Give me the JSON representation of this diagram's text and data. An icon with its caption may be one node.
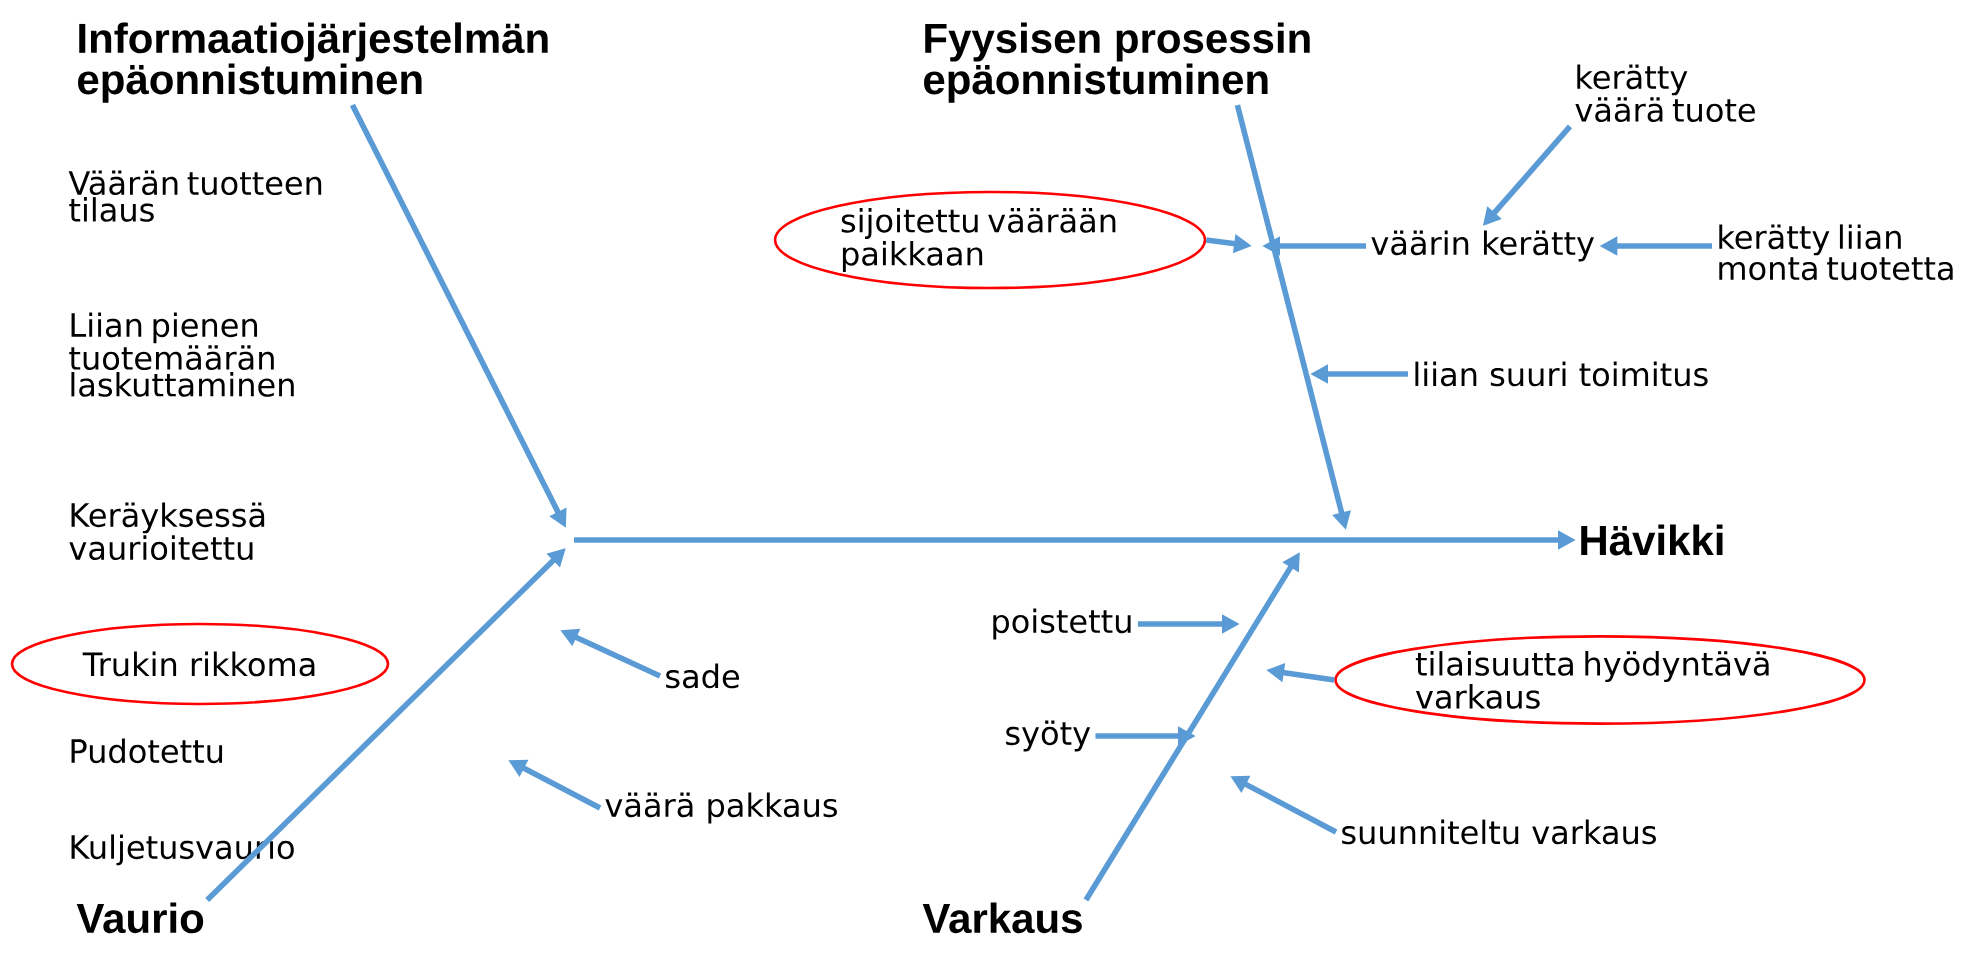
{
  "diagram": {
    "nodes": [
      {
        "text": [
          "Informaatiojärjestelmän epäonnistuminen"
        ]
      },
      {
        "text": [
          "Fyysisen prosessin epäonnistuminen"
        ]
      },
      {
        "text": [
          "kerätty väärä tuote"
        ]
      },
      {
        "text": [
          "sijoitettu väärään paikkaan"
        ]
      },
      {
        "text": [
          "väärin kerätty"
        ]
      },
      {
        "text": [
          "kerätty liian monta tuotetta"
        ]
      },
      {
        "text": [
          "liian suuri toimitus"
        ]
      },
      {
        "text": [
          "Hävikki"
        ]
      },
      {
        "text": [
          "poistettu"
        ]
      },
      {
        "text": [
          "Trukin rikkoma"
        ]
      },
      {
        "text": [
          "tilaisuutta hyödyntävä varkaus"
        ]
      },
      {
        "text": [
          "sade"
        ]
      },
      {
        "text": [
          "syöty"
        ]
      },
      {
        "text": [
          "väärä pakkaus"
        ]
      },
      {
        "text": [
          "suunniteltu varkaus"
        ]
      },
      {
        "text": [
          "Vaurio"
        ]
      },
      {
        "text": [
          "Varkaus"
        ]
      }
    ],
    "edges": [
      {
        "from": 0,
        "to": null,
        "arrow": "to"
      },
      {
        "from": 1,
        "to": null,
        "arrow": "to"
      },
      {
        "from": 15,
        "to": null,
        "arrow": "to"
      },
      {
        "from": 16,
        "to": null,
        "arrow": "to"
      },
      {
        "from": null,
        "to": 7,
        "arrow": "to"
      },
      {
        "from": 2,
        "to": 4,
        "arrow": "to"
      },
      {
        "from": 3,
        "to": null,
        "arrow": "to"
      },
      {
        "from": 4,
        "to": null,
        "arrow": "to"
      },
      {
        "from": 5,
        "to": 4,
        "arrow": "to"
      },
      {
        "from": 6,
        "to": null,
        "arrow": "to"
      },
      {
        "from": 8,
        "to": null,
        "arrow": "to"
      },
      {
        "from": 10,
        "to": null,
        "arrow": "to"
      },
      {
        "from": 12,
        "to": null,
        "arrow": "to"
      },
      {
        "from": 11,
        "to": null,
        "arrow": "to"
      },
      {
        "from": 13,
        "to": null,
        "arrow": "to"
      },
      {
        "from": 14,
        "to": null,
        "arrow": "to"
      }
    ],
    "labels": [
      "Väärän tuotteen tilaus",
      "Liian pienen tuotemäärän laskuttaminen",
      "Keräyksessä vaurioitettu",
      "Pudotettu",
      "Kuljetusvaurio"
    ]
  }
}
